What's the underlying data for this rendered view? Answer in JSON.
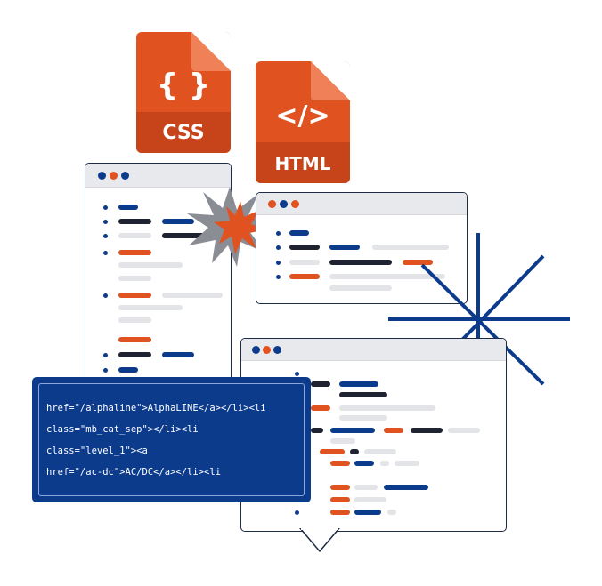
{
  "css_file": {
    "glyph": "{ }",
    "label": "CSS",
    "color": "#e0521f"
  },
  "html_file": {
    "glyph": "</>",
    "label": "HTML",
    "color": "#e0521f"
  },
  "code_snippet": {
    "lines": [
      "href=\"/alphaline\">AlphaLINE</a></li><li",
      "class=\"mb_cat_sep\"></li><li",
      "class=\"level_1\"><a",
      "href=\"/ac-dc\">AC/DC</a></li><li"
    ],
    "background": "#0c3b8c"
  },
  "colors": {
    "accent_blue": "#0c3b8c",
    "accent_orange": "#e0521f",
    "dark": "#1f2230",
    "grey": "#e3e4e7"
  }
}
